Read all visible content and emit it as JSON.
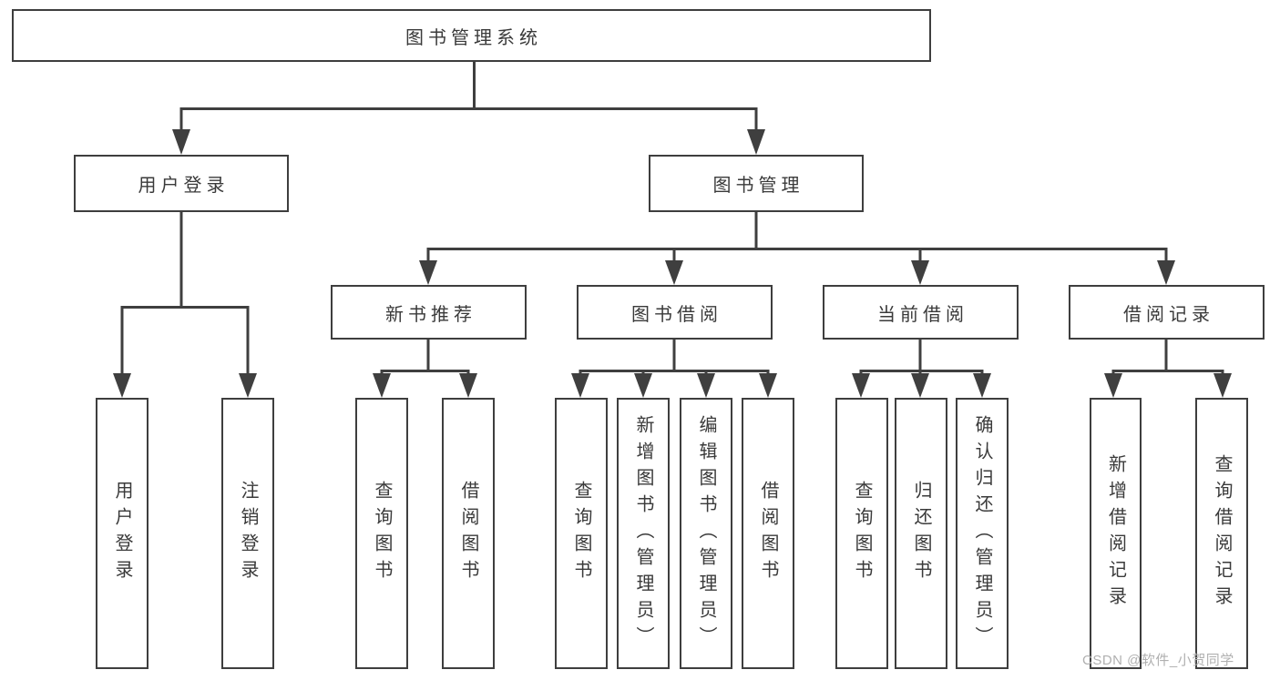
{
  "title": "图书管理系统",
  "watermark": "CSDN @软件_小贺同学",
  "colors": {
    "line": "#3f3f3f",
    "text": "#3a3a3a",
    "box_border": "#3e3e3e",
    "box_bg": "#ffffff",
    "watermark": "#b0b0b0",
    "background": "#ffffff"
  },
  "tree": {
    "label": "图书管理系统",
    "children": [
      {
        "label": "用户登录",
        "children": [
          {
            "label": "用户登录"
          },
          {
            "label": "注销登录"
          }
        ]
      },
      {
        "label": "图书管理",
        "children": [
          {
            "label": "新书推荐",
            "children": [
              {
                "label": "查询图书"
              },
              {
                "label": "借阅图书"
              }
            ]
          },
          {
            "label": "图书借阅",
            "children": [
              {
                "label": "查询图书"
              },
              {
                "label": "新增图书（管理员）"
              },
              {
                "label": "编辑图书（管理员）"
              },
              {
                "label": "借阅图书"
              }
            ]
          },
          {
            "label": "当前借阅",
            "children": [
              {
                "label": "查询图书"
              },
              {
                "label": "归还图书"
              },
              {
                "label": "确认归还（管理员）"
              }
            ]
          },
          {
            "label": "借阅记录",
            "children": [
              {
                "label": "新增借阅记录"
              },
              {
                "label": "查询借阅记录"
              }
            ]
          }
        ]
      }
    ]
  }
}
